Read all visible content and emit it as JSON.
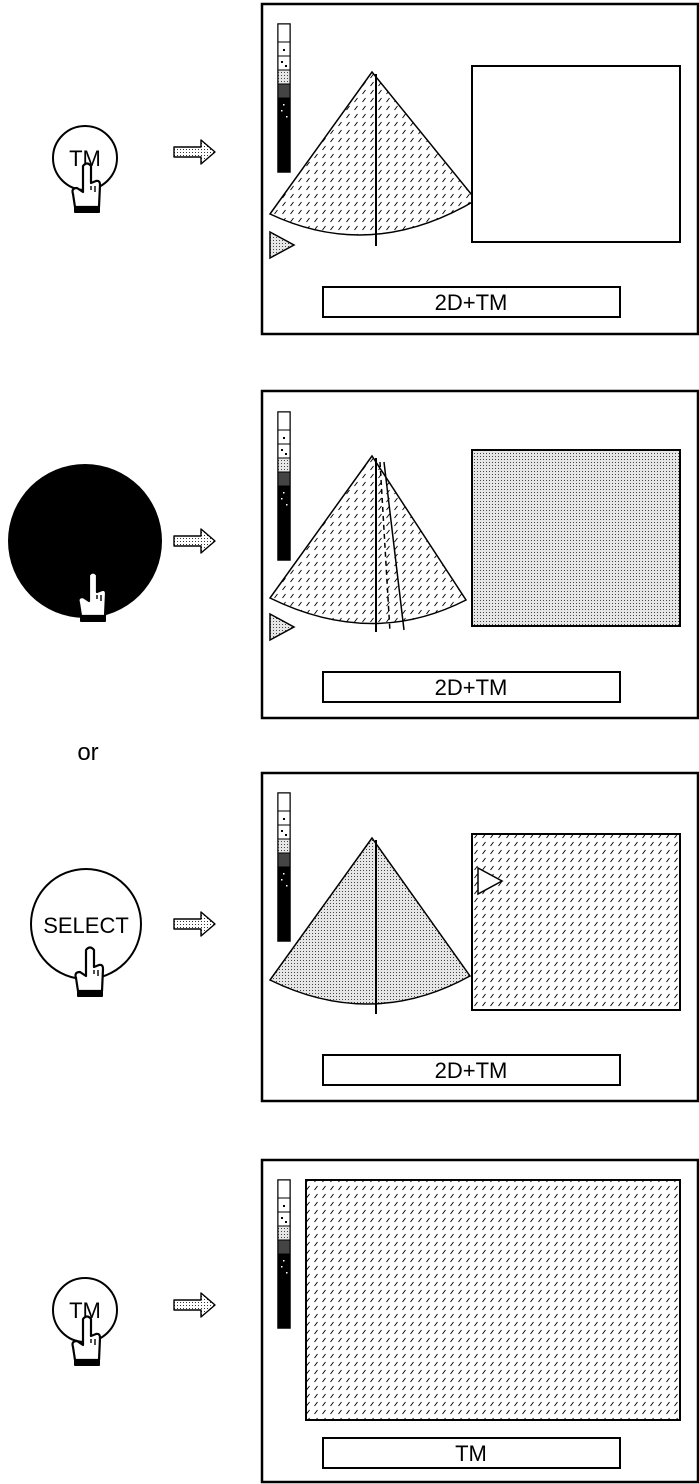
{
  "steps": [
    {
      "control": {
        "kind": "button",
        "label": "TM"
      },
      "screen": {
        "mode_label": "2D+TM",
        "layout": "sector-plus-empty-panel",
        "cursor_in": "sector"
      }
    },
    {
      "control": {
        "kind": "trackball",
        "label": ""
      },
      "screen": {
        "mode_label": "2D+TM",
        "layout": "sector-plus-dotted-panel",
        "cursor_in": "sector"
      }
    },
    {
      "control": {
        "kind": "button",
        "label": "SELECT"
      },
      "screen": {
        "mode_label": "2D+TM",
        "layout": "dotted-sector-plus-hatched-panel",
        "cursor_in": "panel"
      }
    },
    {
      "control": {
        "kind": "button",
        "label": "TM"
      },
      "screen": {
        "mode_label": "TM",
        "layout": "full-panel",
        "cursor_in": "none"
      }
    }
  ],
  "connector_text": "or",
  "icons": {
    "arrow": "right-arrow-icon",
    "hand": "pointing-hand-icon",
    "grayscale": "grayscale-bar-icon"
  },
  "colors": {
    "ink": "#000000",
    "paper": "#ffffff",
    "dot_fill": "#d8d8d8"
  }
}
